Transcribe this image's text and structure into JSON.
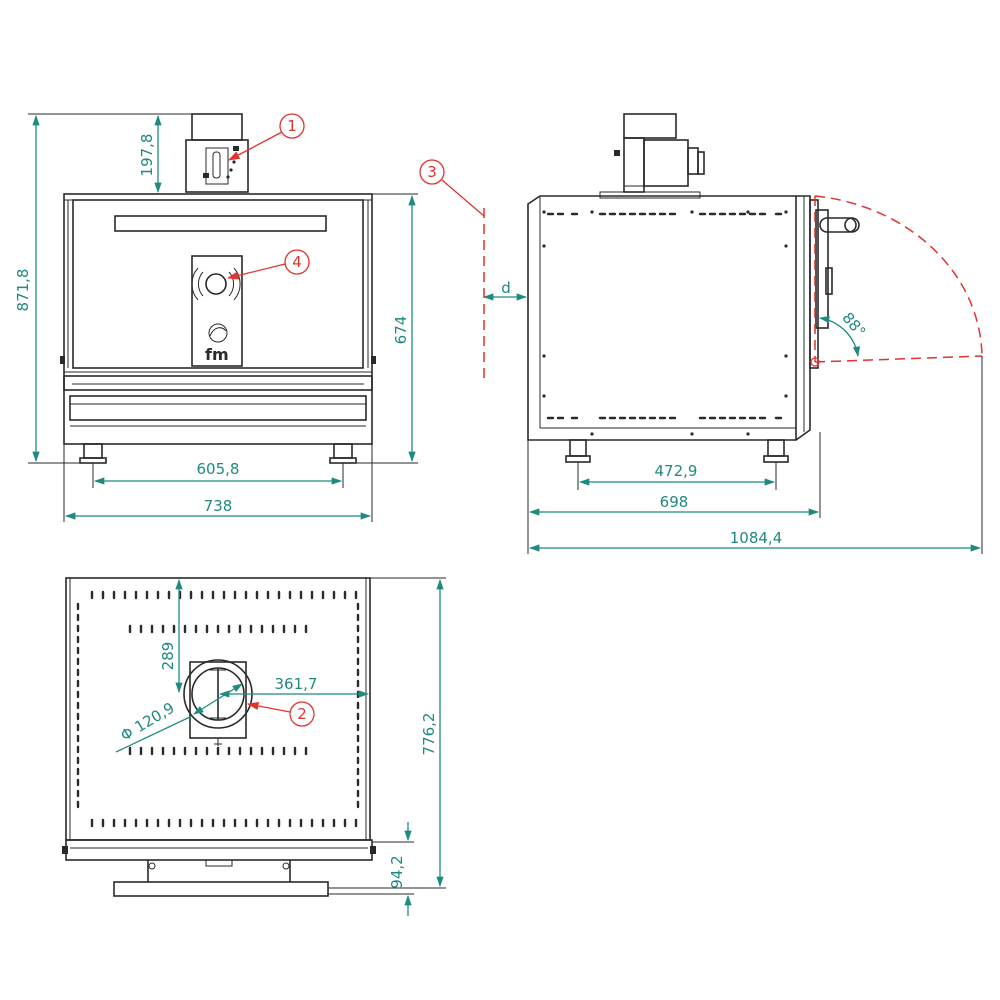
{
  "dimensions": {
    "overall_height": "871,8",
    "chimney_height": "197,8",
    "front_height": "674",
    "feet_spacing_front": "605,8",
    "front_width": "738",
    "side_feet_spacing": "472,9",
    "side_depth": "698",
    "depth_door_open": "1084,4",
    "door_angle": "88°",
    "clearance": "d",
    "flue_offset_y": "289",
    "flue_offset_x": "361,7",
    "flue_diameter": "Φ 120,9",
    "top_depth": "776,2",
    "handle_depth": "94,2"
  },
  "callouts": {
    "c1": "1",
    "c2": "2",
    "c3": "3",
    "c4": "4"
  },
  "logo": "fm",
  "colors": {
    "outline": "#2a2a2a",
    "dimension": "#1f8a80",
    "callout": "#e0342e"
  }
}
